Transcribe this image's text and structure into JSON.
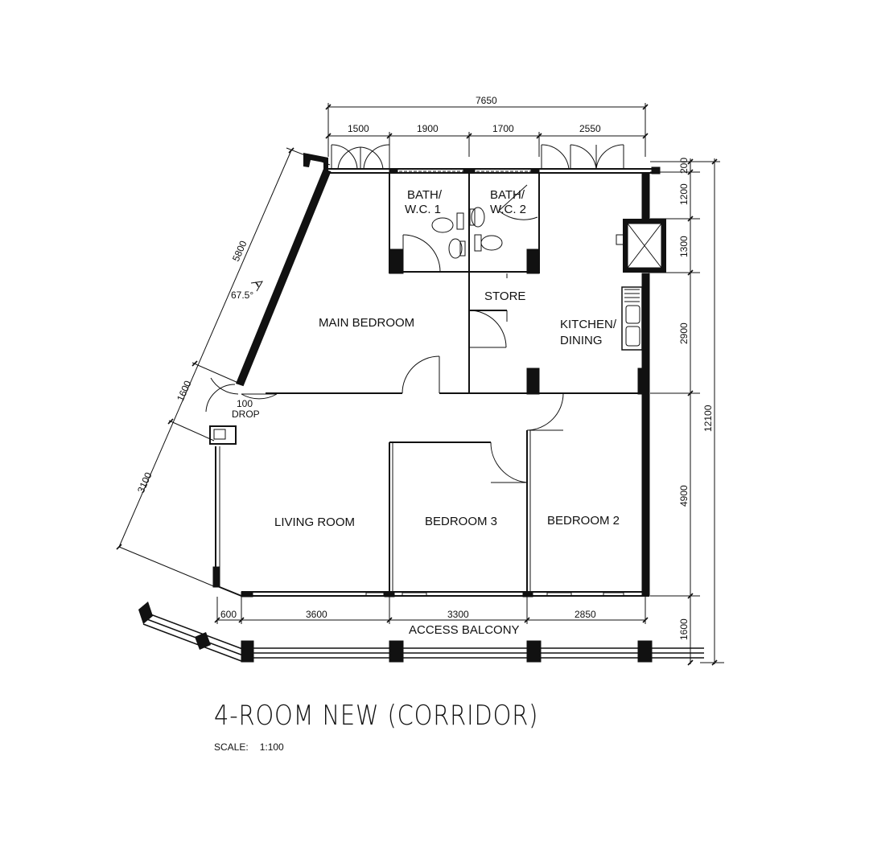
{
  "title": "4-ROOM NEW (CORRIDOR)",
  "scale": {
    "label": "SCALE:",
    "value": "1:100"
  },
  "rooms": {
    "bath1_a": "BATH/",
    "bath1_b": "W.C. 1",
    "bath2_a": "BATH/",
    "bath2_b": "W.C. 2",
    "store": "STORE",
    "kitchen_a": "KITCHEN/",
    "kitchen_b": "DINING",
    "main_bedroom": "MAIN BEDROOM",
    "living_room": "LIVING ROOM",
    "bedroom3": "BEDROOM 3",
    "bedroom2": "BEDROOM 2",
    "access_balcony": "ACCESS BALCONY"
  },
  "annotations": {
    "angle": "67.5°",
    "drop_a": "100",
    "drop_b": "DROP"
  },
  "dimensions": {
    "top_total": "7650",
    "top_1": "1500",
    "top_2": "1900",
    "top_3": "1700",
    "top_4": "2550",
    "right_1": "200",
    "right_2": "1200",
    "right_3": "1300",
    "right_4": "2900",
    "right_5": "4900",
    "right_6": "1600",
    "right_total": "12100",
    "left_1": "5800",
    "left_2": "1600",
    "left_3": "3100",
    "bottom_1": "600",
    "bottom_2": "3600",
    "bottom_3": "3300",
    "bottom_4": "2850"
  }
}
